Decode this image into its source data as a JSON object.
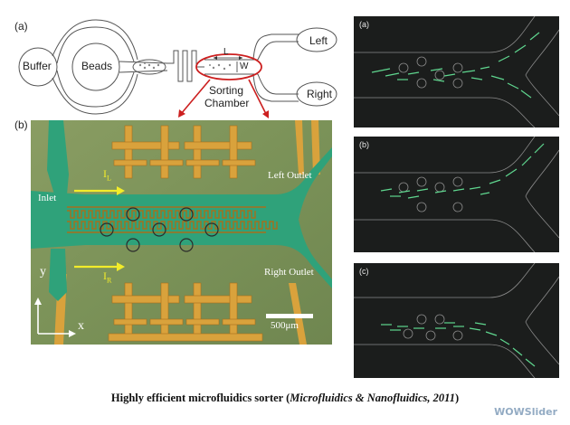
{
  "schematic": {
    "panel_label": "(a)",
    "buffer": "Buffer",
    "beads": "Beads",
    "length": "L",
    "width": "W",
    "left": "Left",
    "right": "Right",
    "sorting_chamber_line1": "Sorting",
    "sorting_chamber_line2": "Chamber"
  },
  "micrograph": {
    "panel_label": "(b)",
    "inlet": "Inlet",
    "left_outlet": "Left Outlet",
    "right_outlet": "Right Outlet",
    "current_left": "I",
    "current_left_sub": "L",
    "current_right": "I",
    "current_right_sub": "R",
    "axis_y": "y",
    "axis_x": "x",
    "scale_bar": "500μm"
  },
  "simulations": [
    {
      "label": "(a)"
    },
    {
      "label": "(b)"
    },
    {
      "label": "(c)"
    }
  ],
  "caption": {
    "prefix": "Highly efficient microfluidics sorter (",
    "journal": "Microfluidics & Nanofluidics, 2011",
    "suffix": ")"
  },
  "watermark": "WOWSlider",
  "colors": {
    "channel_green": "#2fa27a",
    "electrode_gold": "#d9a23c",
    "simulation_bg": "#1b1d1c",
    "particle_green": "#5fd78f",
    "annotation_red": "#cc1f1f",
    "arrow_yellow": "#f2ec2a"
  }
}
